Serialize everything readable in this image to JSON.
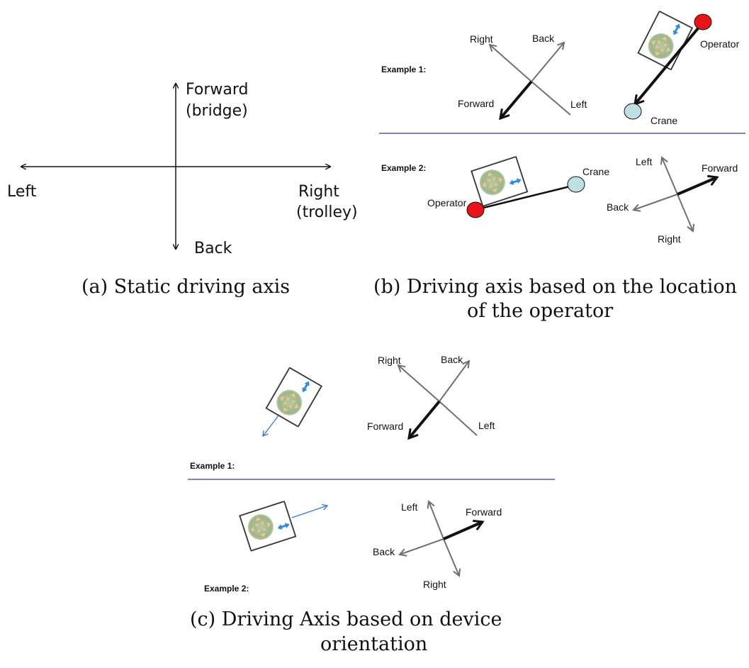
{
  "panel_a": {
    "forward_label": "Forward",
    "forward_sub": "(bridge)",
    "left_label": "Left",
    "right_label": "Right",
    "right_sub": "(trolley)",
    "back_label": "Back",
    "caption": "(a) Static driving axis"
  },
  "panel_b": {
    "example1": {
      "title": "Example 1:",
      "right": "Right",
      "back": "Back",
      "forward": "Forward",
      "left": "Left",
      "operator": "Operator",
      "crane": "Crane"
    },
    "example2": {
      "title": "Example 2:",
      "crane": "Crane",
      "operator": "Operator",
      "left": "Left",
      "forward": "Forward",
      "back": "Back",
      "right": "Right"
    },
    "caption_line1": "(b) Driving axis based on the location",
    "caption_line2": "of the operator"
  },
  "panel_c": {
    "example1": {
      "title": "Example 1:",
      "right": "Right",
      "back": "Back",
      "forward": "Forward",
      "left": "Left"
    },
    "example2": {
      "title": "Example 2:",
      "left": "Left",
      "forward": "Forward",
      "back": "Back",
      "right": "Right"
    },
    "caption_line1": "(c) Driving Axis based on device",
    "caption_line2": "orientation"
  },
  "colors": {
    "axis_black": "#111111",
    "axis_gray": "#707070",
    "divider": "#8a7fc4",
    "operator_dot": "#e8141a",
    "crane_dot": "#bfe0e2",
    "joystick_green": "#9fb58a",
    "arrow_blue": "#2f8be0",
    "pointer_blue": "#3d77c4"
  },
  "icons": [
    "tablet-icon",
    "joystick-icon",
    "blue-double-arrow-icon"
  ]
}
